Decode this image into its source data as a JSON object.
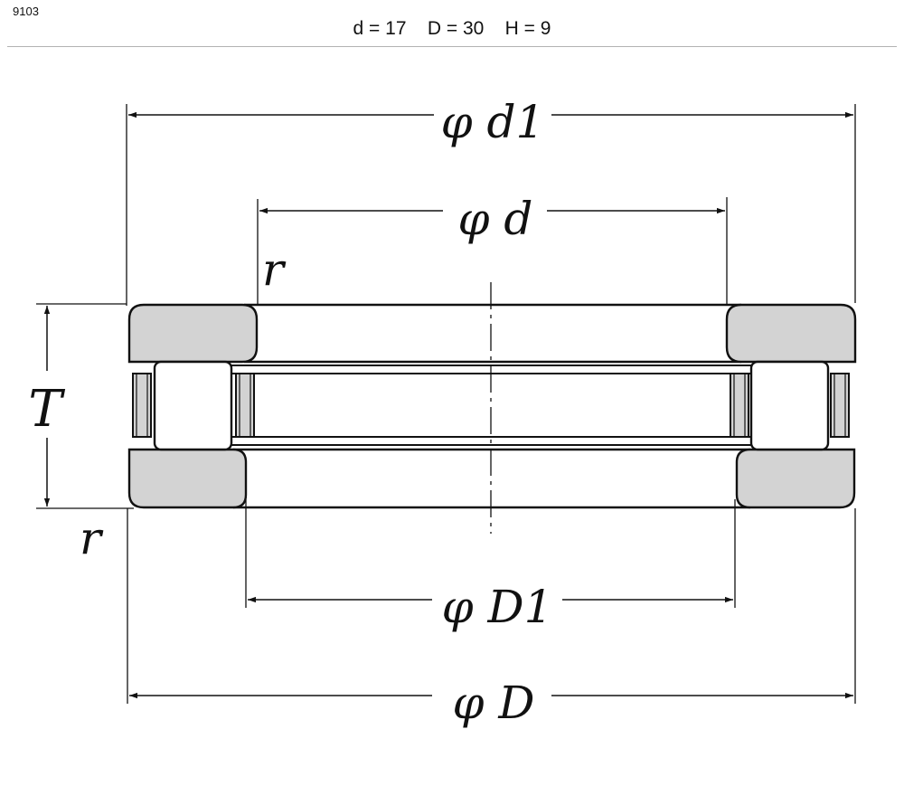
{
  "header": {
    "part_number": "9103",
    "dimensions_text": "d = 17    D = 30    H = 9"
  },
  "drawing": {
    "labels": {
      "d1": "φ d1",
      "d": "φ d",
      "D1": "φ D1",
      "D": "φ D",
      "T": "T",
      "r_top": "r",
      "r_bottom": "r"
    },
    "colors": {
      "line": "#111111",
      "ring_fill": "#d3d3d3",
      "rule": "#b3b3b3"
    }
  }
}
